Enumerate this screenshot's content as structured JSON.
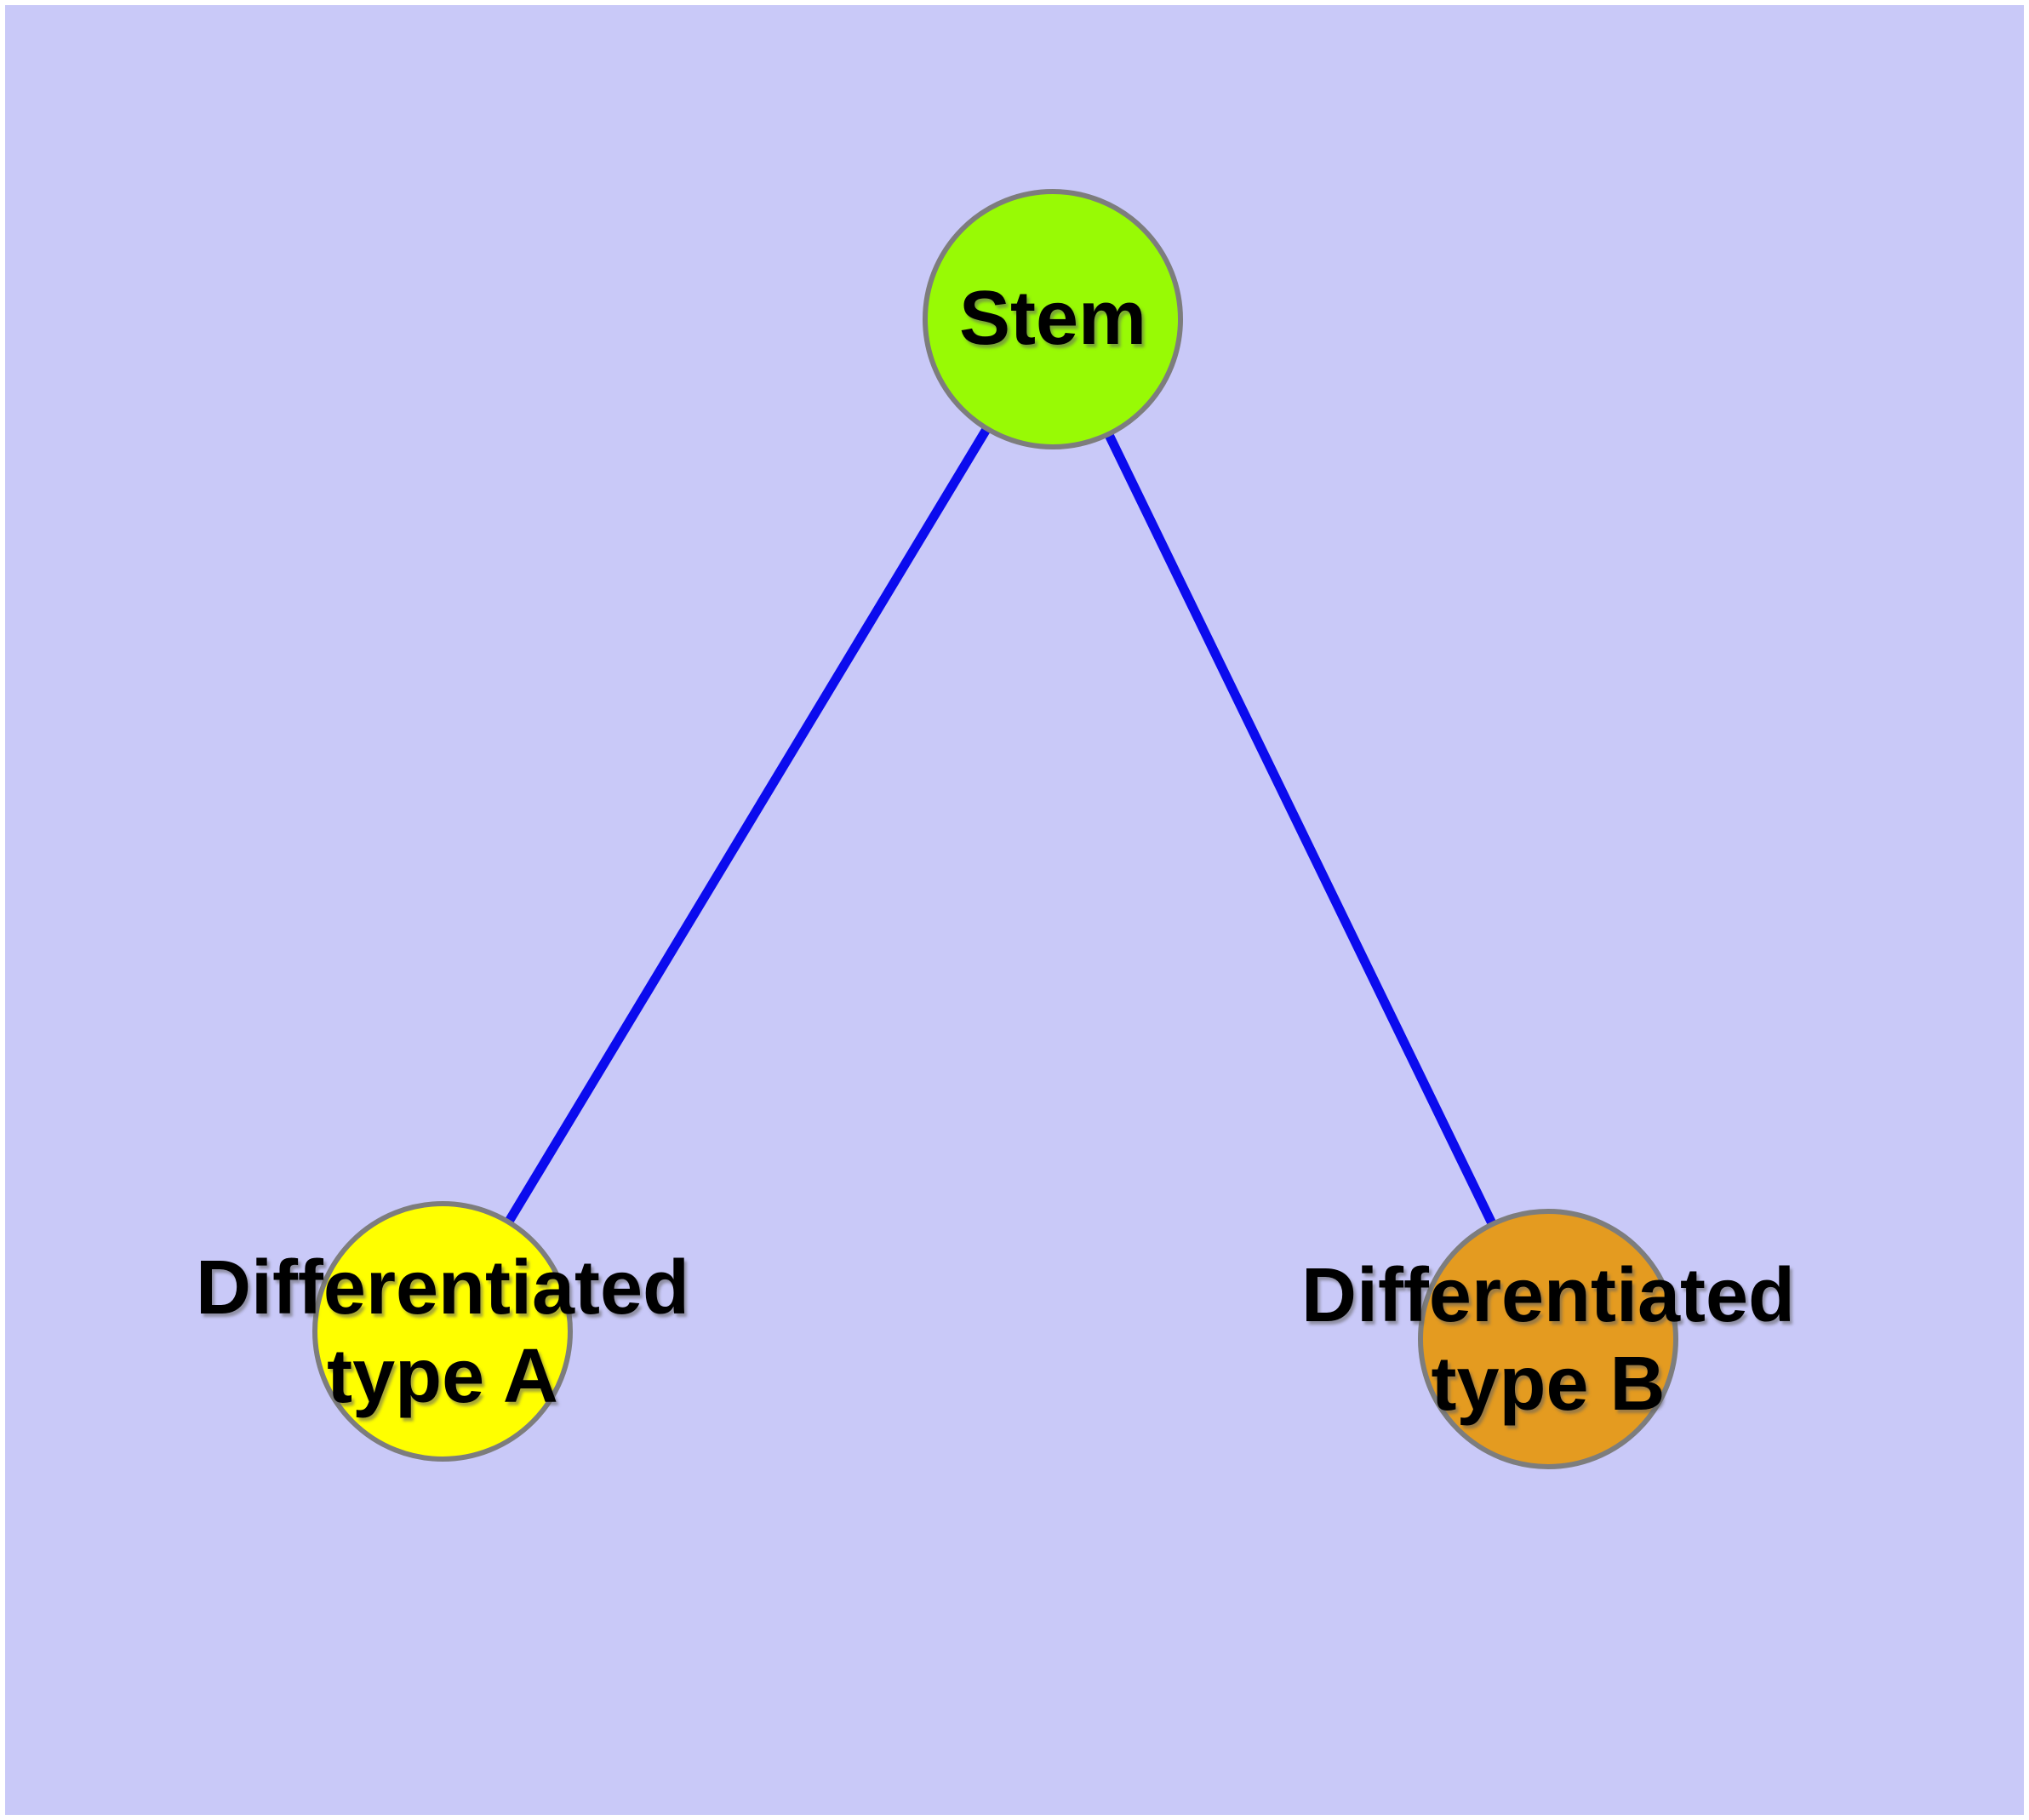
{
  "styles": {
    "background_color": "#c9c9f8",
    "frame_color": "#ffffff",
    "node_border_color": "#7d7d7d",
    "edge_color": "#0b0bee",
    "text_color": "#000000"
  },
  "nodes": [
    {
      "id": "stem",
      "label": "Stem",
      "fill": "#98fa05"
    },
    {
      "id": "type-a",
      "label_lines": [
        "Differentiated",
        "type A"
      ],
      "fill": "#ffff00"
    },
    {
      "id": "type-b",
      "label_lines": [
        "Differentiated",
        "type B"
      ],
      "fill": "#e49b20"
    }
  ],
  "edges": [
    {
      "from": "stem",
      "to": "type-a"
    },
    {
      "from": "stem",
      "to": "type-b"
    }
  ]
}
